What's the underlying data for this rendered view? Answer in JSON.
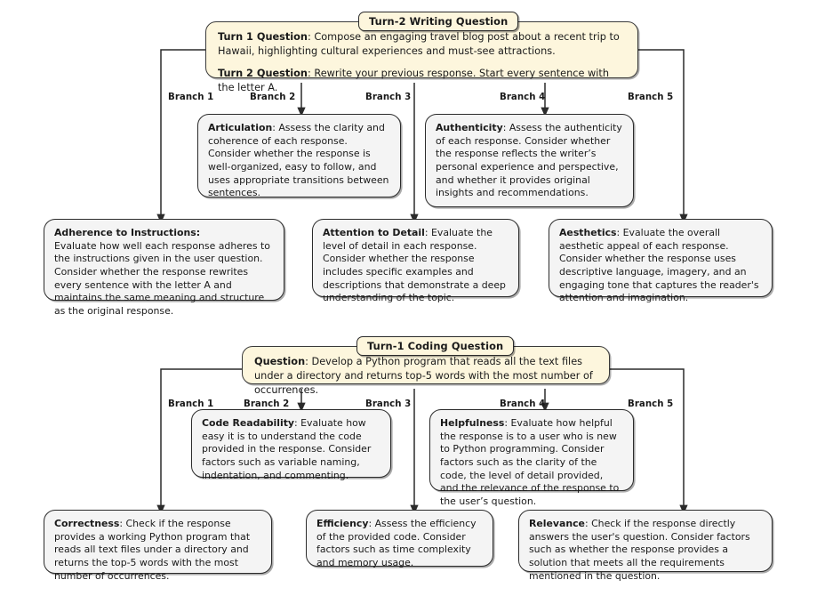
{
  "diagrams": [
    {
      "id": "writing",
      "title": "Turn-2 Writing Question",
      "question": {
        "lines": [
          {
            "label": "Turn 1 Question",
            "sep": ": ",
            "text": "Compose an engaging travel blog post about a recent trip to Hawaii, highlighting cultural experiences and must-see attractions."
          },
          {
            "label": "Turn 2 Question",
            "sep": ": ",
            "text": "Rewrite your previous response. Start every sentence with the letter A."
          }
        ]
      },
      "branch_labels": [
        "Branch 1",
        "Branch 2",
        "Branch 3",
        "Branch 4",
        "Branch 5"
      ],
      "criteria": [
        {
          "name": "Articulation",
          "sep": ":",
          "text": "Assess the clarity and coherence of each response. Consider whether the response is well-organized, easy to follow, and uses appropriate transitions between sentences.",
          "row": "upper"
        },
        {
          "name": "Authenticity",
          "sep": ":",
          "text": "Assess the authenticity of each response. Consider whether the response reflects the writer’s personal experience and perspective, and whether it provides original insights and recommendations.",
          "row": "upper"
        },
        {
          "name": "Adherence to Instructions",
          "sep": ":",
          "text": "Evaluate how well each response adheres to the instructions given in the user question. Consider whether the response rewrites every sentence with the letter A and maintains the same meaning and structure as the original response.",
          "row": "lower",
          "header_own_line": true
        },
        {
          "name": "Attention to Detail",
          "sep": ":",
          "text": "Evaluate the level of detail in each response. Consider whether the response includes specific examples and descriptions that demonstrate a deep understanding of the topic.",
          "row": "lower"
        },
        {
          "name": "Aesthetics",
          "sep": ":",
          "text": "Evaluate the overall aesthetic appeal of each response. Consider whether the response uses descriptive language, imagery, and an engaging tone that captures the reader's attention and imagination.",
          "row": "lower"
        }
      ]
    },
    {
      "id": "coding",
      "title": "Turn-1 Coding Question",
      "question": {
        "lines": [
          {
            "label": "Question",
            "sep": ": ",
            "text": "Develop a Python program that reads all the text files under a directory and returns top-5 words with the most number of occurrences."
          }
        ]
      },
      "branch_labels": [
        "Branch 1",
        "Branch 2",
        "Branch 3",
        "Branch 4",
        "Branch 5"
      ],
      "criteria": [
        {
          "name": "Code Readability",
          "sep": ":",
          "text": "Evaluate how easy it is to understand the code provided in the response. Consider factors such as variable naming, indentation, and commenting.",
          "row": "upper"
        },
        {
          "name": "Helpfulness",
          "sep": ":",
          "text": "Evaluate how helpful the response is to a user who is new to Python programming. Consider factors such as the clarity of the code, the level of detail provided, and the relevance of the response to the user’s question.",
          "row": "upper"
        },
        {
          "name": "Correctness",
          "sep": ":",
          "text": "Check if the response provides a working Python program that reads all text files under a directory and returns the top-5 words with the most number of occurrences.",
          "row": "lower"
        },
        {
          "name": "Efficiency",
          "sep": ":",
          "text": "Assess the efficiency of the provided code. Consider factors such as time complexity and memory usage.",
          "row": "lower"
        },
        {
          "name": "Relevance",
          "sep": ":",
          "text": "Check if the response directly answers the user's question. Consider factors such as whether the response provides a solution that meets all the requirements mentioned in the question.",
          "row": "lower"
        }
      ]
    }
  ],
  "colors": {
    "question_fill": "#fdf6dd",
    "criterion_fill": "#f4f4f4",
    "stroke": "#2b2b2b",
    "page_background": "#ffffff"
  }
}
